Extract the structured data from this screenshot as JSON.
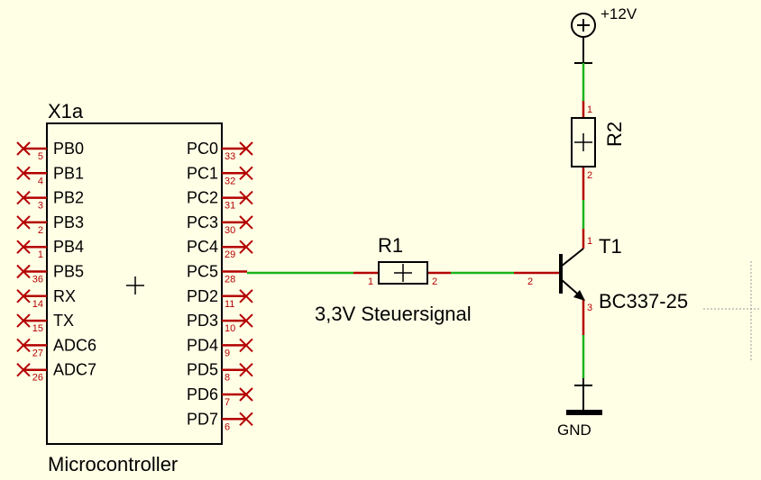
{
  "colors": {
    "background": "#FFFFE6",
    "wire": "#1AB41A",
    "pin": "#B40000",
    "component": "#000000"
  },
  "microcontroller": {
    "ref": "X1a",
    "name": "Microcontroller",
    "left_pins": [
      {
        "name": "PB0",
        "number": "5"
      },
      {
        "name": "PB1",
        "number": "4"
      },
      {
        "name": "PB2",
        "number": "3"
      },
      {
        "name": "PB3",
        "number": "2"
      },
      {
        "name": "PB4",
        "number": "1"
      },
      {
        "name": "PB5",
        "number": "36"
      },
      {
        "name": "RX",
        "number": "14"
      },
      {
        "name": "TX",
        "number": "15"
      },
      {
        "name": "ADC6",
        "number": "27"
      },
      {
        "name": "ADC7",
        "number": "26"
      }
    ],
    "right_pins": [
      {
        "name": "PC0",
        "number": "33"
      },
      {
        "name": "PC1",
        "number": "32"
      },
      {
        "name": "PC2",
        "number": "31"
      },
      {
        "name": "PC3",
        "number": "30"
      },
      {
        "name": "PC4",
        "number": "29"
      },
      {
        "name": "PC5",
        "number": "28"
      },
      {
        "name": "PD2",
        "number": "11"
      },
      {
        "name": "PD3",
        "number": "10"
      },
      {
        "name": "PD4",
        "number": "9"
      },
      {
        "name": "PD5",
        "number": "8"
      },
      {
        "name": "PD6",
        "number": "7"
      },
      {
        "name": "PD7",
        "number": "6"
      }
    ]
  },
  "r1": {
    "ref": "R1",
    "pin1": "1",
    "pin2": "2",
    "signal_label": "3,3V Steuersignal"
  },
  "r2": {
    "ref": "R2",
    "pin1": "1",
    "pin2": "2"
  },
  "t1": {
    "ref": "T1",
    "value": "BC337-25",
    "pin_collector": "1",
    "pin_base": "2",
    "pin_emitter": "3"
  },
  "supply": {
    "label": "+12V"
  },
  "ground": {
    "label": "GND"
  }
}
